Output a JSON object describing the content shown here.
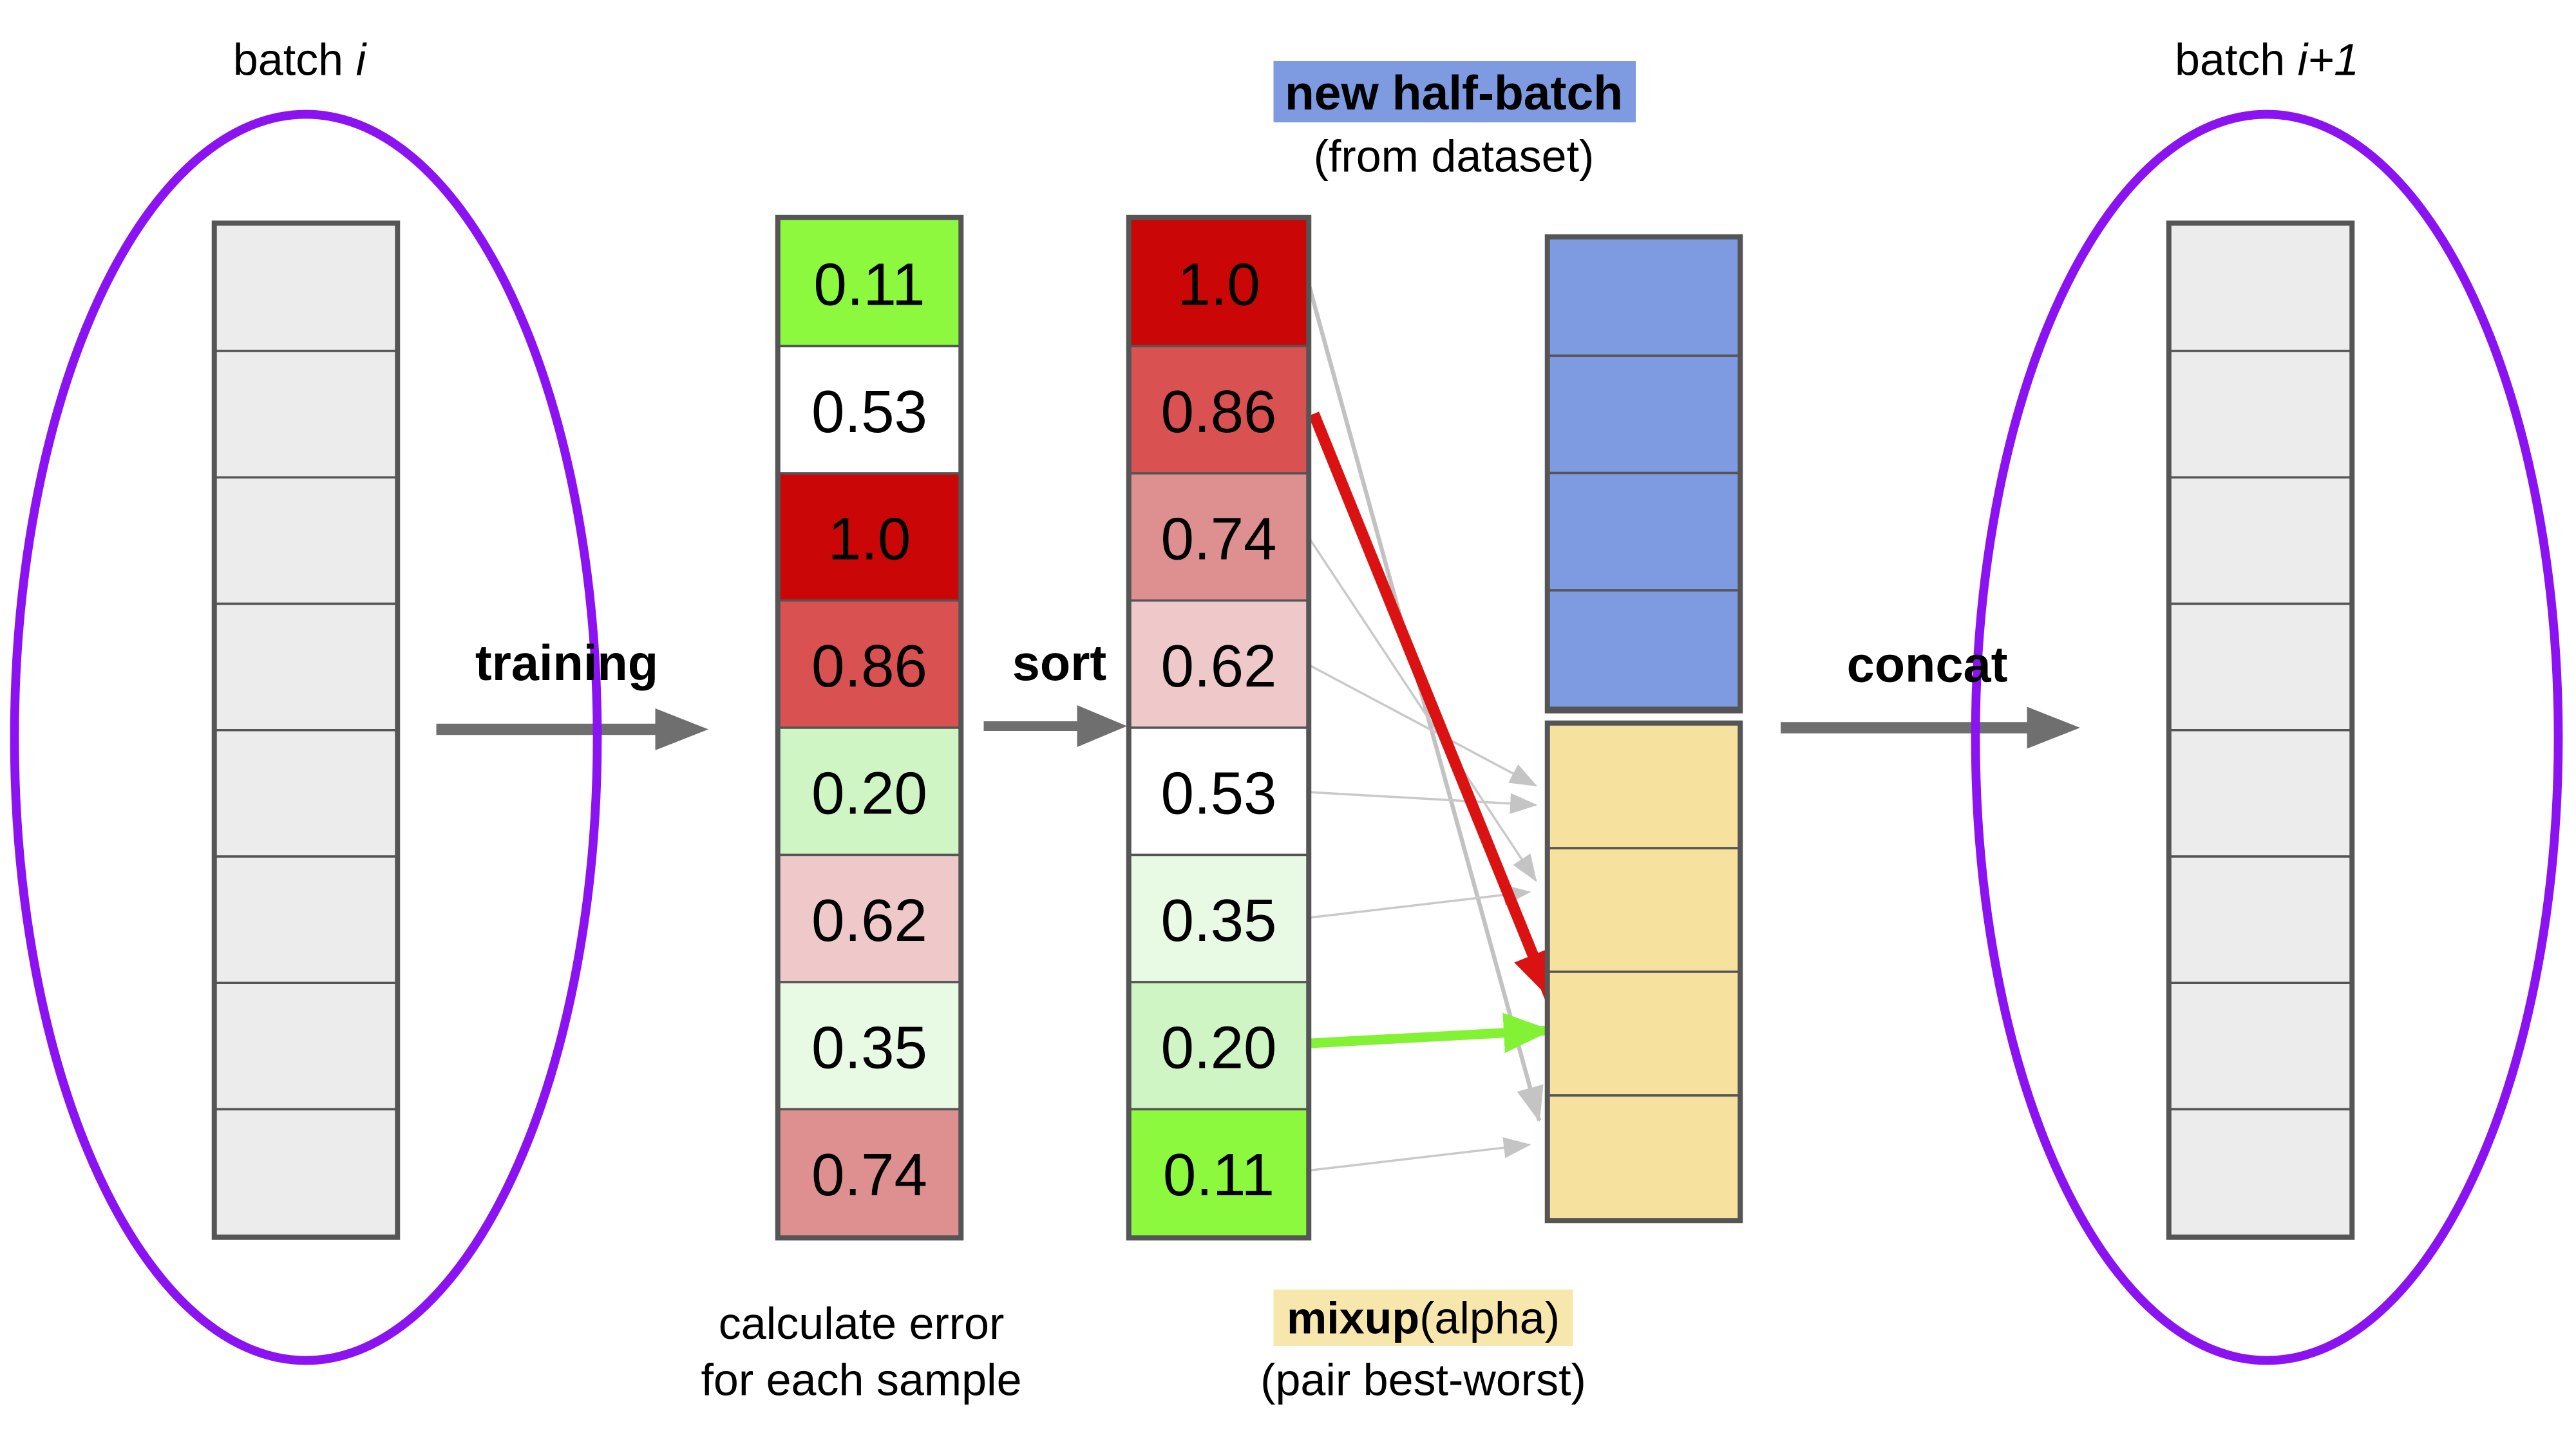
{
  "header": {
    "batch_label_left": {
      "prefix": "batch ",
      "index": "i"
    },
    "batch_label_right": {
      "prefix": "batch ",
      "index": "i+1"
    },
    "new_half_batch": {
      "label": "new half-batch",
      "sublabel": "(from dataset)",
      "highlight_color": "#7E9BE2"
    }
  },
  "arrows": {
    "training_label": "training",
    "sort_label": "sort",
    "concat_label": "concat"
  },
  "error_column": {
    "caption_line1": "calculate error",
    "caption_line2": "for each sample",
    "values": [
      "0.11",
      "0.53",
      "1.0",
      "0.86",
      "0.20",
      "0.62",
      "0.35",
      "0.74"
    ],
    "colors": [
      "#8CF83E",
      "#FFFFFF",
      "#CB0606",
      "#D95151",
      "#CFF5C5",
      "#EFC9C9",
      "#E9FAE4",
      "#DE9090"
    ]
  },
  "sorted_column": {
    "values": [
      "1.0",
      "0.86",
      "0.74",
      "0.62",
      "0.53",
      "0.35",
      "0.20",
      "0.11"
    ],
    "colors": [
      "#CB0606",
      "#D95151",
      "#DE9090",
      "#EFC9C9",
      "#FFFFFF",
      "#E9FAE4",
      "#CFF5C5",
      "#8CF83E"
    ]
  },
  "new_half_batch_column": {
    "cell_count": 4,
    "color": "#7E9BE2"
  },
  "mixed_half_batch_column": {
    "cell_count": 4,
    "color": "#F6E19E"
  },
  "batch_column": {
    "cell_count": 8,
    "color": "#ECECEC"
  },
  "mixup": {
    "label_bold": "mixup",
    "label_paren": "(alpha)",
    "sublabel": "(pair best-worst)",
    "highlight_color": "#F8E7AD"
  },
  "mixup_pairs": [
    [
      "1.0",
      "0.11"
    ],
    [
      "0.86",
      "0.20"
    ],
    [
      "0.74",
      "0.35"
    ],
    [
      "0.62",
      "0.53"
    ]
  ],
  "colors": {
    "ellipse": "#8B13F1",
    "arrow_gray": "#6F6F6F",
    "fan_line": "#C9C9C9",
    "fan_line_strong": "#C2C2C2",
    "red_arrow": "#DB1212",
    "green_arrow": "#83F235",
    "cell_border": "#555555"
  }
}
